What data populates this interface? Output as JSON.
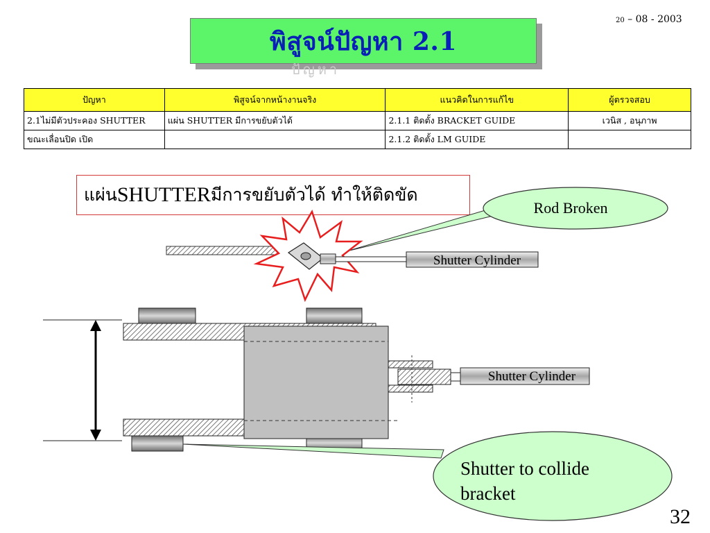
{
  "title": {
    "text": "พิสูจน์ปัญหา 2.1",
    "ghost": "ปัญหา"
  },
  "date": {
    "day": "20",
    "rest": " – 08 - 2003"
  },
  "table": {
    "headers": [
      "ปัญหา",
      "พิสูจน์จากหน้างานจริง",
      "แนวคิดในการแก้ไข",
      "ผู้ตรวจสอบ"
    ],
    "rows": [
      [
        "2.1ไม่มีตัวประคอง SHUTTER",
        "แผ่น SHUTTER มีการขยับตัวได้",
        "2.1.1 ติดตั้ง  BRACKET GUIDE",
        "เวนิส , อนุภาพ"
      ],
      [
        "ขณะเลื่อนปิด เปิด",
        "",
        "2.1.2 ติดตั้ง LM GUIDE",
        ""
      ]
    ]
  },
  "callout": {
    "prefix": "แผ่น ",
    "keyword": "SHUTTER",
    "suffix": " มีการขยับตัวได้ ทำให้ติดขัด"
  },
  "diagram": {
    "rod_broken": "Rod  Broken",
    "shutter_cylinder_top": "Shutter Cylinder",
    "shutter_cylinder_bottom": "Shutter Cylinder",
    "collide_line1": "Shutter to collide",
    "collide_line2": "bracket"
  },
  "page_number": "32",
  "colors": {
    "title_bg": "#5cf56a",
    "title_text": "#0a1fb5",
    "header_bg": "#ffff2e",
    "bubble_fill": "#ccffcc",
    "explosion": "#e81e1e"
  }
}
